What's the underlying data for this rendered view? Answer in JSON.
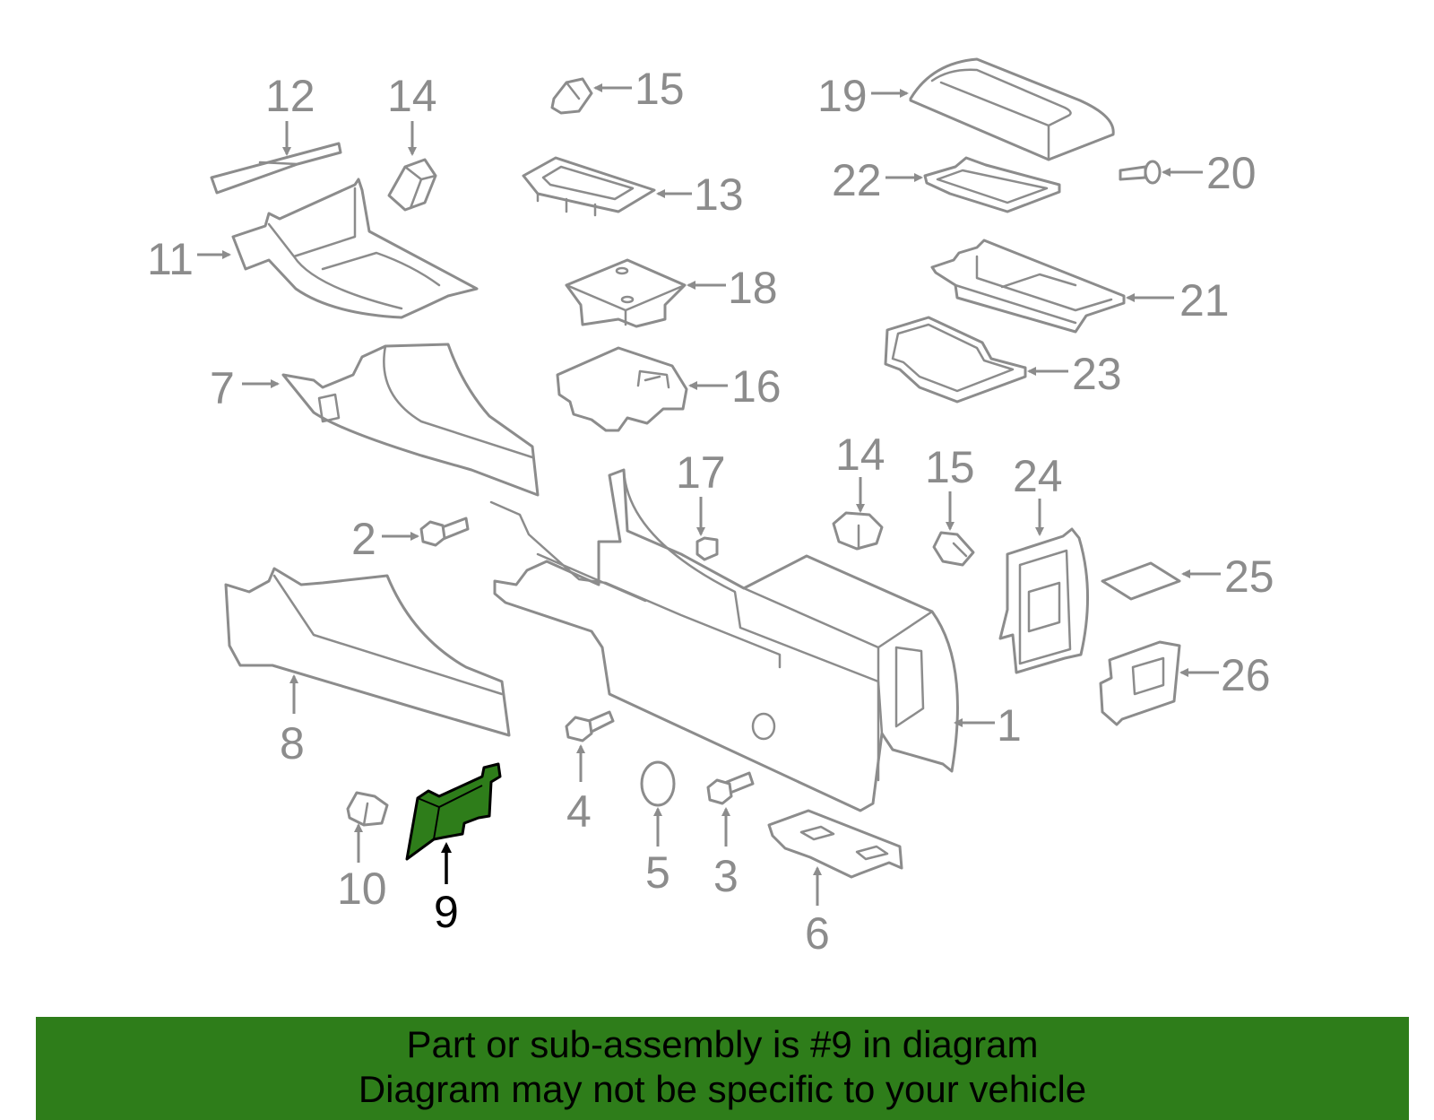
{
  "diagram": {
    "callouts": [
      {
        "id": "12",
        "label": "12"
      },
      {
        "id": "14a",
        "label": "14"
      },
      {
        "id": "15a",
        "label": "15"
      },
      {
        "id": "19",
        "label": "19"
      },
      {
        "id": "13",
        "label": "13"
      },
      {
        "id": "22",
        "label": "22"
      },
      {
        "id": "20",
        "label": "20"
      },
      {
        "id": "11",
        "label": "11"
      },
      {
        "id": "18",
        "label": "18"
      },
      {
        "id": "21",
        "label": "21"
      },
      {
        "id": "7",
        "label": "7"
      },
      {
        "id": "16",
        "label": "16"
      },
      {
        "id": "23",
        "label": "23"
      },
      {
        "id": "17",
        "label": "17"
      },
      {
        "id": "14b",
        "label": "14"
      },
      {
        "id": "15b",
        "label": "15"
      },
      {
        "id": "24",
        "label": "24"
      },
      {
        "id": "2",
        "label": "2"
      },
      {
        "id": "25",
        "label": "25"
      },
      {
        "id": "26",
        "label": "26"
      },
      {
        "id": "1",
        "label": "1"
      },
      {
        "id": "8",
        "label": "8"
      },
      {
        "id": "4",
        "label": "4"
      },
      {
        "id": "5",
        "label": "5"
      },
      {
        "id": "3",
        "label": "3"
      },
      {
        "id": "6",
        "label": "6"
      },
      {
        "id": "10",
        "label": "10"
      },
      {
        "id": "9",
        "label": "9"
      }
    ],
    "highlighted_part": "9",
    "colors": {
      "highlight": "#2e7d1a",
      "line": "#8c8c8c"
    }
  },
  "banner": {
    "line1": "Part or sub-assembly is #9 in diagram",
    "line2": "Diagram may not be specific to your vehicle"
  }
}
